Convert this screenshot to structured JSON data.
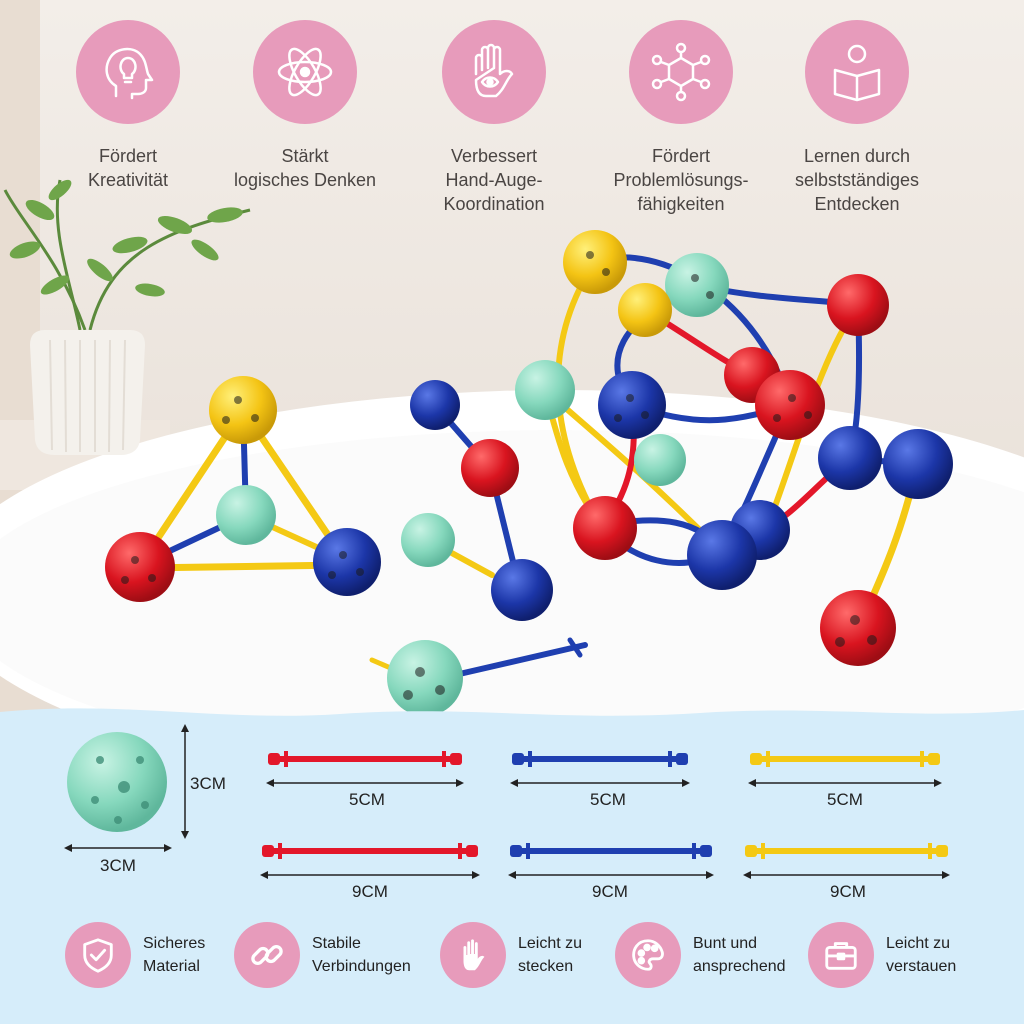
{
  "benefits": [
    {
      "label": "Fördert\nKreativität",
      "icon": "head-lightbulb-icon"
    },
    {
      "label": "Stärkt\nlogisches Denken",
      "icon": "atom-icon"
    },
    {
      "label": "Verbessert\nHand-Auge-\nKoordination",
      "icon": "hand-eye-icon"
    },
    {
      "label": "Fördert\nProblemlösungs-\nfähigkeiten",
      "icon": "network-icon"
    },
    {
      "label": "Lernen durch\nselbstständiges\nEntdecken",
      "icon": "reader-icon"
    }
  ],
  "specs": {
    "ball_height": "3CM",
    "ball_width": "3CM",
    "rods": [
      {
        "label": "5CM",
        "color": "#e3172a"
      },
      {
        "label": "5CM",
        "color": "#1f3fb0"
      },
      {
        "label": "5CM",
        "color": "#f4c914"
      },
      {
        "label": "9CM",
        "color": "#e3172a"
      },
      {
        "label": "9CM",
        "color": "#1f3fb0"
      },
      {
        "label": "9CM",
        "color": "#f4c914"
      }
    ]
  },
  "features": [
    {
      "label": "Sicheres\nMaterial",
      "icon": "shield-check-icon"
    },
    {
      "label": "Stabile\nVerbindungen",
      "icon": "chain-link-icon"
    },
    {
      "label": "Leicht zu\nstecken",
      "icon": "hand-icon"
    },
    {
      "label": "Bunt und\nansprechend",
      "icon": "palette-icon"
    },
    {
      "label": "Leicht zu\nverstauen",
      "icon": "case-icon"
    }
  ],
  "colors": {
    "accent_pink": "#e79bbb",
    "red": "#e3172a",
    "blue": "#1f3fb0",
    "yellow": "#f4c914",
    "mint": "#8fdcc4",
    "panel_blue": "#d6edfa"
  }
}
